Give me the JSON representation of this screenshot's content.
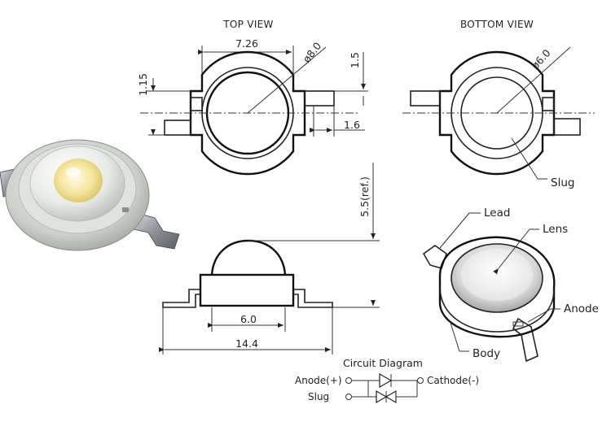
{
  "views": {
    "top_view": "TOP VIEW",
    "bottom_view": "BOTTOM VIEW"
  },
  "dimensions": {
    "width_726": "7.26",
    "dia_80": "ø8.0",
    "dim_115": "1.15",
    "dim_15": "1.5",
    "dim_16": "1.6",
    "dia_60": "ø6.0",
    "height_55": "5.5(ref.)",
    "slug_60": "6.0",
    "total_144": "14.4"
  },
  "labels": {
    "slug": "Slug",
    "lead": "Lead",
    "lens": "Lens",
    "anode": "Anode",
    "body": "Body"
  },
  "circuit": {
    "title": "Circuit Diagram",
    "anode": "Anode(+)",
    "cathode": "Cathode(-)",
    "slug": "Slug"
  },
  "colors": {
    "line": "#222222",
    "led_yellow": "#f4e59a",
    "body_gray": "#cfd2cc",
    "metal": "#9aa0a6"
  }
}
